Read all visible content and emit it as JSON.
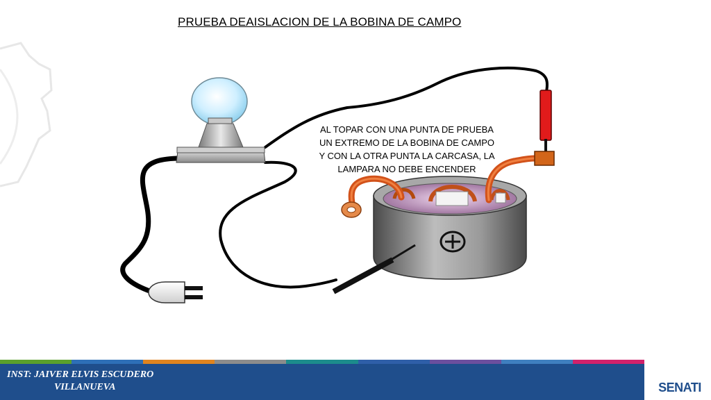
{
  "slide": {
    "title": "PRUEBA DEAISLACION DE LA BOBINA DE CAMPO",
    "note_lines": [
      "AL TOPAR CON UNA PUNTA DE PRUEBA",
      "UN EXTREMO DE LA BOBINA DE CAMPO",
      "Y CON LA OTRA PUNTA LA CARCASA, LA",
      "LAMPARA NO DEBE  ENCENDER"
    ]
  },
  "footer": {
    "instructor_line1": "INST: JAIVER ELVIS ESCUDERO",
    "instructor_line2": "VILLANUEVA",
    "logo_text": "SENATI",
    "stripe_colors": [
      "#5aa02c",
      "#2e6fb7",
      "#e0841f",
      "#8c8c8c",
      "#1c8c8c",
      "#2f5fa8",
      "#6b4f9e",
      "#3f7fbf",
      "#d1226b"
    ],
    "bar_color": "#1f4e8c"
  },
  "icons": [
    "gear-icon",
    "lamp-icon",
    "plug-icon",
    "test-probe-icon",
    "field-coil-icon",
    "positive-terminal-icon",
    "ring-terminal-icon",
    "senati-logo-icon"
  ]
}
